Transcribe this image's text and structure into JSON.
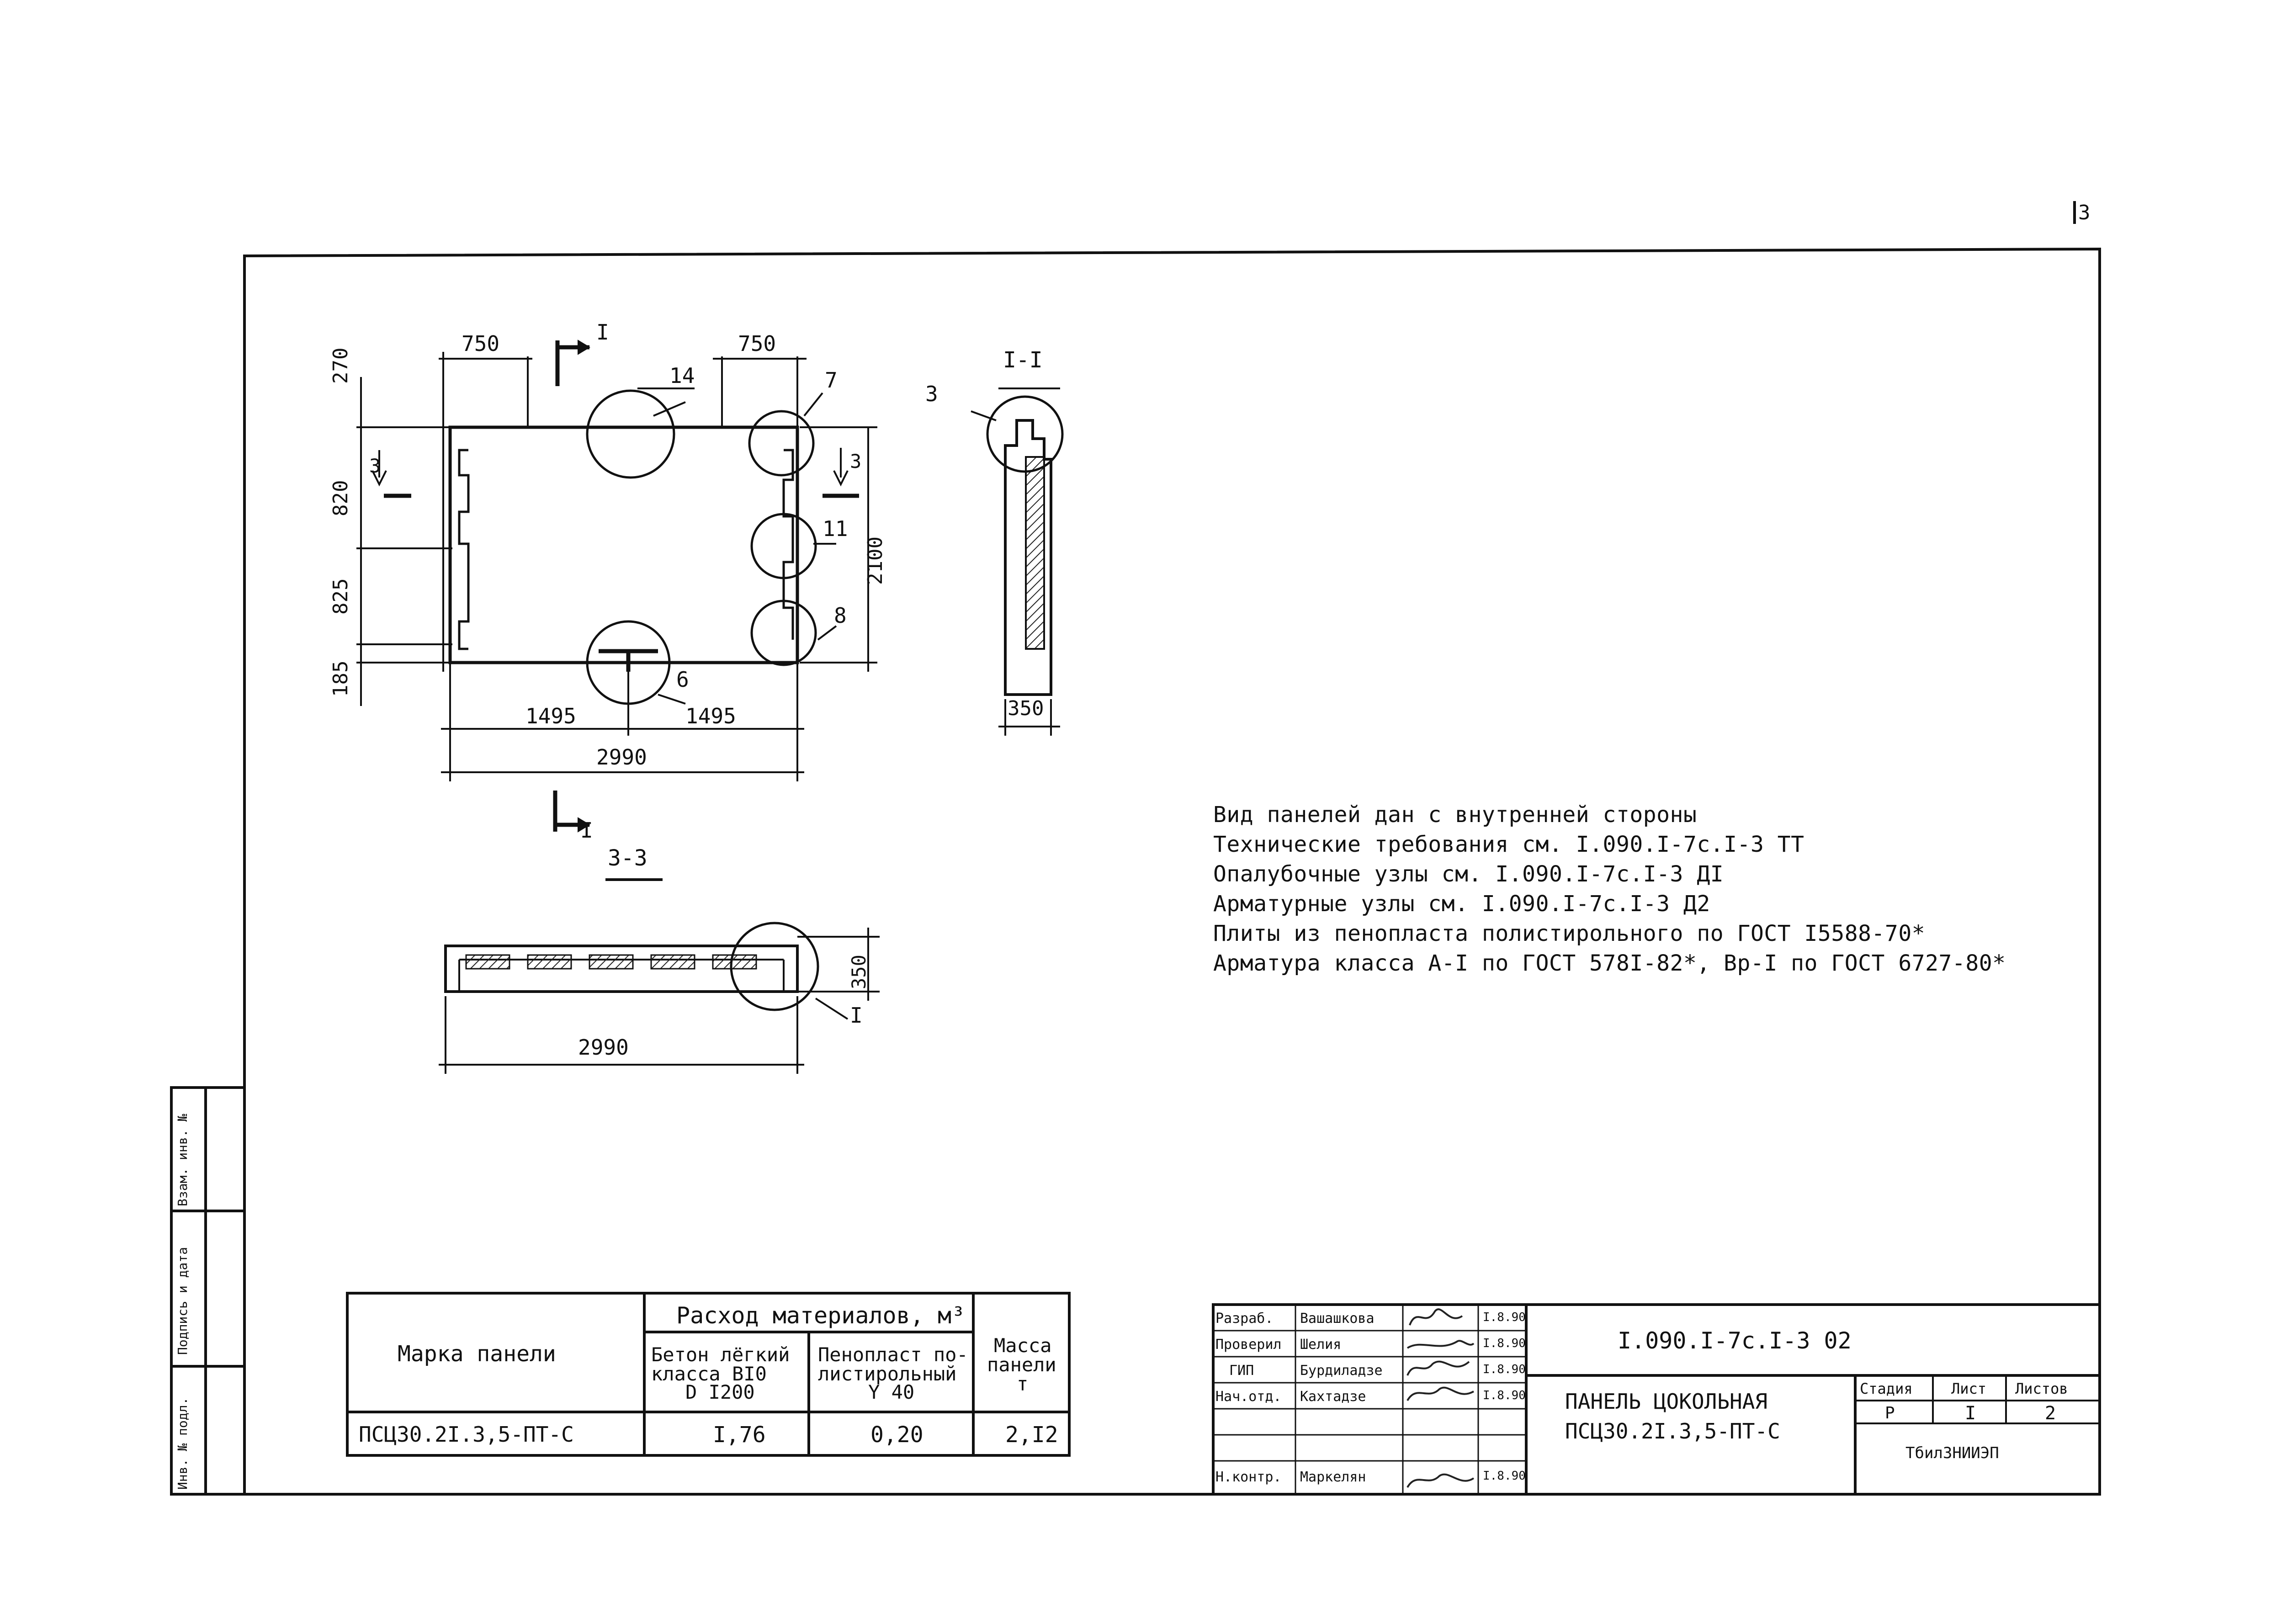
{
  "page_number": "3",
  "drawing": {
    "plan_dims": {
      "top_left": "750",
      "top_right": "750",
      "left_270": "270",
      "left_820": "820",
      "left_825": "825",
      "left_185": "185",
      "right_2100": "2100",
      "bottom_1495_left": "1495",
      "bottom_1495_right": "1495",
      "bottom_2990": "2990"
    },
    "callouts": {
      "c14": "14",
      "c7": "7",
      "c3_left": "3",
      "c3_right": "3",
      "c11": "11",
      "c8": "8",
      "c6": "6"
    },
    "section_marks": {
      "top_I": "I",
      "bottom_I": "I",
      "section_33": "3-3"
    },
    "side_view": {
      "title": "I-I",
      "callout3": "3",
      "dim350": "350"
    },
    "section_view": {
      "dim350": "350",
      "dim2990": "2990",
      "callout_I": "I"
    }
  },
  "notes": [
    "Вид панелей дан с внутренней стороны",
    "Технические требования см. I.090.I-7с.I-3 ТТ",
    "Опалубочные узлы см. I.090.I-7с.I-3 ДI",
    "Арматурные узлы см. I.090.I-7с.I-3 Д2",
    "Плиты из пенопласта полистирольного по ГОСТ I5588-70*",
    "Арматура класса А-I по ГОСТ 578I-82*, Вр-I по ГОСТ 6727-80*"
  ],
  "materials_table": {
    "col_mark": "Марка панели",
    "col_group": "Расход материалов,  м³",
    "col_concrete": [
      "Бетон лёгкий",
      "класса  BI0",
      "D I200"
    ],
    "col_foam": [
      "Пенопласт по-",
      "листирольный",
      "Y 40"
    ],
    "col_mass": [
      "Масса",
      "панели",
      "т"
    ],
    "row": {
      "mark": "ПСЦ30.2I.3,5-ПТ-С",
      "concrete": "I,76",
      "foam": "0,20",
      "mass": "2,I2"
    }
  },
  "side_stamp": [
    "Инв. № подл.",
    "Подпись и дата",
    "Взам. инв. №"
  ],
  "title_block": {
    "roles": [
      {
        "role": "Разраб.",
        "name": "Вашашкова",
        "date": "I.8.90"
      },
      {
        "role": "Проверил",
        "name": "Шелия",
        "date": "I.8.90"
      },
      {
        "role": "ГИП",
        "name": "Бурдиладзе",
        "date": "I.8.90"
      },
      {
        "role": "Нач.отд.",
        "name": "Кахтадзе",
        "date": "I.8.90"
      },
      {
        "role": "",
        "name": "",
        "date": ""
      },
      {
        "role": "",
        "name": "",
        "date": ""
      },
      {
        "role": "Н.контр.",
        "name": "Маркелян",
        "date": "I.8.90"
      }
    ],
    "code": "I.090.I-7с.I-3 02",
    "title_line1": "ПАНЕЛЬ ЦОКОЛЬНАЯ",
    "title_line2": "ПСЦ30.2I.3,5-ПТ-С",
    "stage_label": "Стадия",
    "sheet_label": "Лист",
    "sheets_label": "Листов",
    "stage": "Р",
    "sheet": "I",
    "sheets": "2",
    "org": "ТбилЗНИИЭП"
  }
}
